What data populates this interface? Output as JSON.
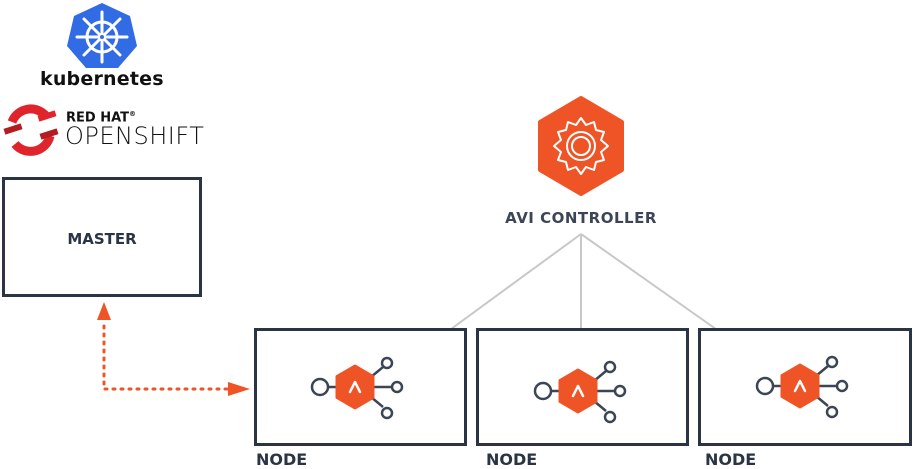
{
  "logos": {
    "kubernetes": {
      "text": "kubernetes",
      "icon": "kubernetes-helm-icon",
      "color": "#326ce5"
    },
    "openshift": {
      "brand_line1": "RED HAT",
      "registered": "®",
      "brand_line2": "OPENSHIFT",
      "icon": "openshift-ring-icon",
      "color": "#e0242b"
    }
  },
  "master": {
    "label": "MASTER"
  },
  "controller": {
    "label": "AVI CONTROLLER",
    "icon": "gear-hexagon-icon",
    "color": "#ef5426"
  },
  "nodes": [
    {
      "label": "NODE"
    },
    {
      "label": "NODE"
    },
    {
      "label": "NODE"
    }
  ],
  "colors": {
    "accent": "#ef5426",
    "border": "#2b3444",
    "connector": "#c8c8c8"
  }
}
